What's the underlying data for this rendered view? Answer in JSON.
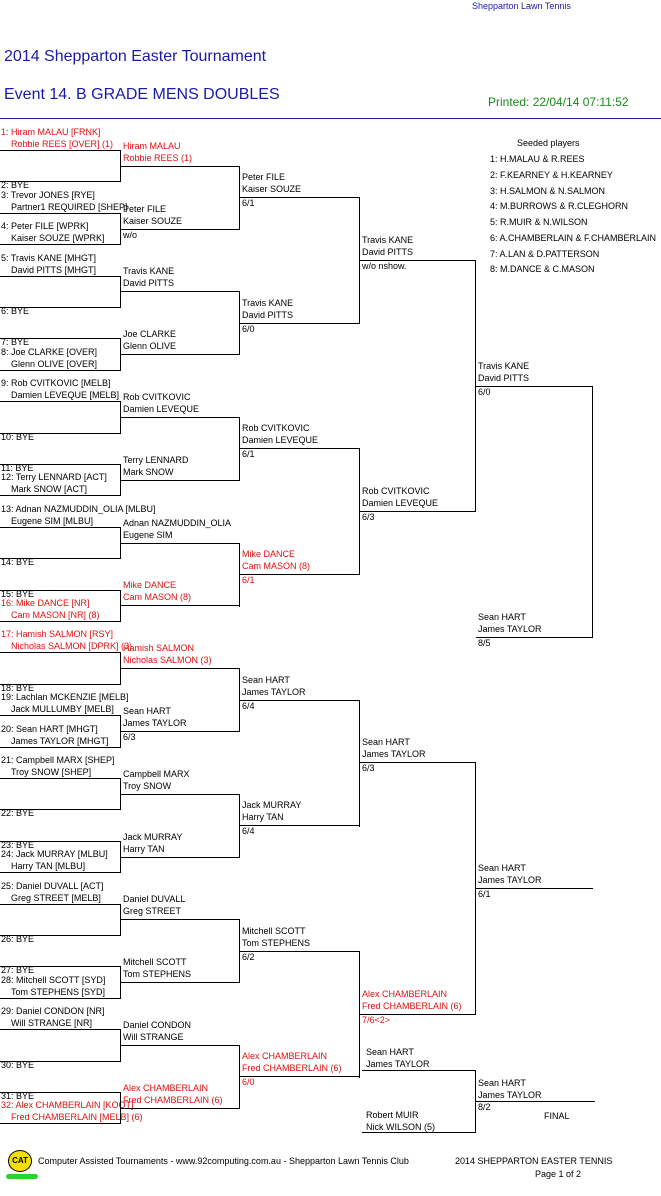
{
  "header": {
    "club_link": "Shepparton Lawn Tennis",
    "title": "2014 Shepparton Easter Tournament",
    "event": "Event 14. B GRADE MENS DOUBLES",
    "printed": "Printed: 22/04/14 07:11:52"
  },
  "seeded": {
    "title": "Seeded players",
    "items": [
      "1: H.MALAU & R.REES",
      "2: F.KEARNEY & H.KEARNEY",
      "3: H.SALMON & N.SALMON",
      "4: M.BURROWS & R.CLEGHORN",
      "5: R.MUIR & N.WILSON",
      "6: A.CHAMBERLAIN & F.CHAMBERLAIN",
      "7: A.LAN & D.PATTERSON",
      "8: M.DANCE & C.MASON"
    ]
  },
  "r1": [
    [
      "1: Hiram MALAU [FRNK]",
      "Robbie REES [OVER] (1)"
    ],
    [
      "2: BYE"
    ],
    [
      "3: Trevor JONES [RYE]",
      "Partner1 REQUIRED [SHEP]"
    ],
    [
      "4: Peter FILE [WPRK]",
      "Kaiser SOUZE [WPRK]"
    ],
    [
      "5: Travis KANE [MHGT]",
      "David PITTS [MHGT]"
    ],
    [
      "6: BYE"
    ],
    [
      "7: BYE"
    ],
    [
      "8: Joe CLARKE [OVER]",
      "Glenn OLIVE [OVER]"
    ],
    [
      "9: Rob CVITKOVIC [MELB]",
      "Damien LEVEQUE [MELB]"
    ],
    [
      "10: BYE"
    ],
    [
      "11: BYE"
    ],
    [
      "12: Terry LENNARD [ACT]",
      "Mark SNOW [ACT]"
    ],
    [
      "13: Adnan NAZMUDDIN_OLIA [MLBU]",
      "Eugene SIM [MLBU]"
    ],
    [
      "14: BYE"
    ],
    [
      "15: BYE"
    ],
    [
      "16: Mike DANCE [NR]",
      "Cam MASON [NR] (8)"
    ],
    [
      "17: Hamish SALMON [RSY]",
      "Nicholas SALMON [DPRK] (3)"
    ],
    [
      "18: BYE"
    ],
    [
      "19: Lachlan MCKENZIE [MELB]",
      "Jack MULLUMBY [MELB]"
    ],
    [
      "20: Sean HART [MHGT]",
      "James TAYLOR [MHGT]"
    ],
    [
      "21: Campbell MARX [SHEP]",
      "Troy SNOW [SHEP]"
    ],
    [
      "22: BYE"
    ],
    [
      "23: BYE"
    ],
    [
      "24: Jack MURRAY [MLBU]",
      "Harry TAN [MLBU]"
    ],
    [
      "25: Daniel DUVALL [ACT]",
      "Greg STREET [MELB]"
    ],
    [
      "26: BYE"
    ],
    [
      "27: BYE"
    ],
    [
      "28: Mitchell SCOTT [SYD]",
      "Tom STEPHENS [SYD]"
    ],
    [
      "29: Daniel CONDON [NR]",
      "Will STRANGE [NR]"
    ],
    [
      "30: BYE"
    ],
    [
      "31: BYE"
    ],
    [
      "32: Alex CHAMBERLAIN [KOOT]",
      "Fred CHAMBERLAIN [MELB] (6)"
    ]
  ],
  "r2": [
    [
      "Hiram MALAU",
      "Robbie REES (1)",
      ""
    ],
    [
      "Peter FILE",
      "Kaiser SOUZE",
      "w/o"
    ],
    [
      "Travis KANE",
      "David PITTS",
      ""
    ],
    [
      "Joe CLARKE",
      "Glenn OLIVE",
      ""
    ],
    [
      "Rob CVITKOVIC",
      "Damien LEVEQUE",
      ""
    ],
    [
      "Terry LENNARD",
      "Mark SNOW",
      ""
    ],
    [
      "Adnan NAZMUDDIN_OLIA",
      "Eugene SIM",
      ""
    ],
    [
      "Mike DANCE",
      "Cam MASON (8)",
      ""
    ],
    [
      "Hamish SALMON",
      "Nicholas SALMON (3)",
      ""
    ],
    [
      "Sean HART",
      "James TAYLOR",
      "6/3"
    ],
    [
      "Campbell MARX",
      "Troy SNOW",
      ""
    ],
    [
      "Jack MURRAY",
      "Harry TAN",
      ""
    ],
    [
      "Daniel DUVALL",
      "Greg STREET",
      ""
    ],
    [
      "Mitchell SCOTT",
      "Tom STEPHENS",
      ""
    ],
    [
      "Daniel CONDON",
      "Will STRANGE",
      ""
    ],
    [
      "Alex CHAMBERLAIN",
      "Fred CHAMBERLAIN (6)",
      ""
    ]
  ],
  "r3": [
    [
      "Peter FILE",
      "Kaiser SOUZE",
      "6/1"
    ],
    [
      "Travis KANE",
      "David PITTS",
      "6/0"
    ],
    [
      "Rob CVITKOVIC",
      "Damien LEVEQUE",
      "6/1"
    ],
    [
      "Mike DANCE",
      "Cam MASON (8)",
      "6/1"
    ],
    [
      "Sean HART",
      "James TAYLOR",
      "6/4"
    ],
    [
      "Jack MURRAY",
      "Harry TAN",
      "6/4"
    ],
    [
      "Mitchell SCOTT",
      "Tom STEPHENS",
      "6/2"
    ],
    [
      "Alex CHAMBERLAIN",
      "Fred CHAMBERLAIN (6)",
      "6/0"
    ]
  ],
  "r4": [
    [
      "Travis KANE",
      "David PITTS",
      "w/o nshow."
    ],
    [
      "Rob CVITKOVIC",
      "Damien LEVEQUE",
      "6/3"
    ],
    [
      "Sean HART",
      "James TAYLOR",
      "6/3"
    ],
    [
      "Alex CHAMBERLAIN",
      "Fred CHAMBERLAIN (6)",
      "7/6<2>"
    ]
  ],
  "r5": [
    [
      "Travis KANE",
      "David PITTS",
      "6/0"
    ],
    [
      "Sean HART",
      "James TAYLOR",
      "8/5"
    ],
    [
      "Sean HART",
      "James TAYLOR",
      "6/1"
    ]
  ],
  "final_block": {
    "top": [
      "Sean HART",
      "James TAYLOR"
    ],
    "bottom": [
      "Robert MUIR",
      "Nick WILSON (5)"
    ],
    "winner": [
      "Sean HART",
      "James TAYLOR",
      "8/2"
    ],
    "label": "FINAL"
  },
  "footer": {
    "logo": "CAT",
    "left": "Computer Assisted Tournaments - www.92computing.com.au -  Shepparton Lawn Tennis Club",
    "right": "2014 SHEPPARTON EASTER TENNIS",
    "page": "Page 1 of 2"
  },
  "colors": {
    "title": "#1a1aa8",
    "printed": "#1a8a1a",
    "seed_red": "#e01010"
  }
}
